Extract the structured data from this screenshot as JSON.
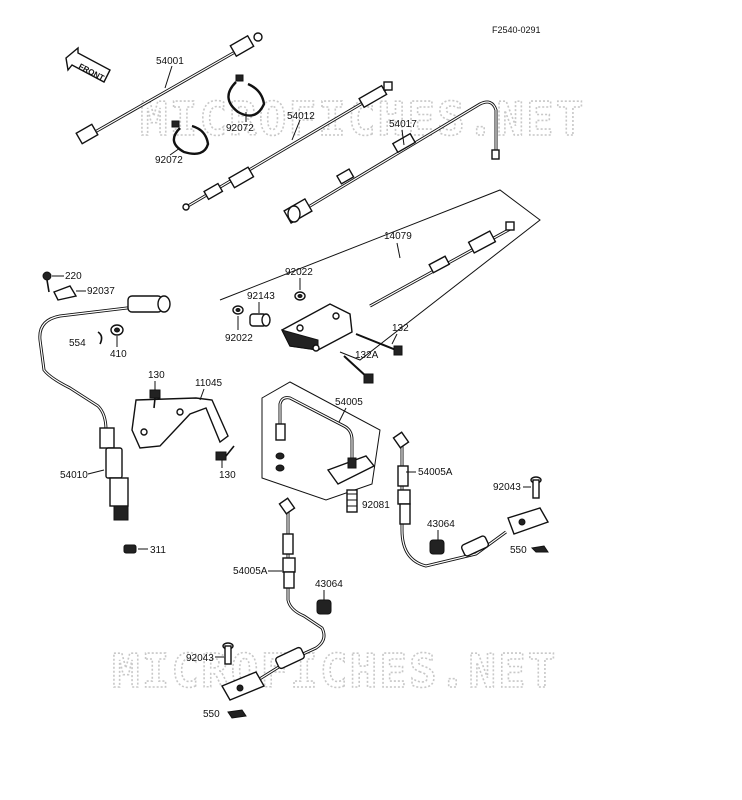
{
  "reference": "F2540-0291",
  "watermark": "MICROFICHES.NET",
  "front_arrow": "FRONT",
  "labels": {
    "p54001": "54001",
    "p92072a": "92072",
    "p92072b": "92072",
    "p54012": "54012",
    "p54017": "54017",
    "p14079": "14079",
    "p220": "220",
    "p92037": "92037",
    "p92022a": "92022",
    "p92143": "92143",
    "p92022b": "92022",
    "p132": "132",
    "p132A": "132A",
    "p554": "554",
    "p410": "410",
    "p130a": "130",
    "p11045": "11045",
    "p130b": "130",
    "p54005": "54005",
    "p54010": "54010",
    "p54005A_a": "54005A",
    "p92043a": "92043",
    "p92081": "92081",
    "p43064a": "43064",
    "p550a": "550",
    "p311": "311",
    "p54005A_b": "54005A",
    "p43064b": "43064",
    "p92043b": "92043",
    "p550b": "550"
  }
}
